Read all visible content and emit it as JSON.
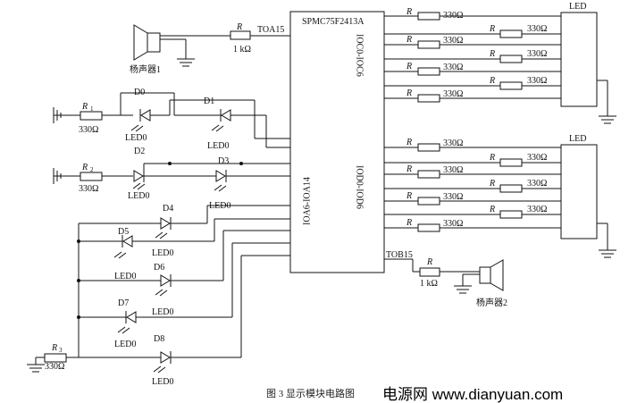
{
  "mcu": {
    "name": "SPMC75F2413A",
    "port_ioc": "IOC0-IOC6",
    "port_iod": "IOD0-IOD6",
    "port_ioa": "IOA6-IOA14",
    "pin_toa": "TOA15",
    "pin_tob": "TOB15"
  },
  "speaker1": {
    "label": "杨声器1",
    "r_symbol": "R",
    "r_value": "1 kΩ"
  },
  "speaker2": {
    "label": "杨声器2",
    "r_symbol": "R",
    "r_value": "1 kΩ"
  },
  "led_display_top": {
    "label": "LED",
    "res_symbol": "R",
    "res_value": "330Ω"
  },
  "led_display_bottom": {
    "label": "LED",
    "res_symbol": "R",
    "res_value": "330Ω"
  },
  "left_group": {
    "r1": {
      "symbol": "R",
      "sub": "1",
      "value": "330Ω"
    },
    "r2": {
      "symbol": "R",
      "sub": "2",
      "value": "330Ω"
    },
    "r3": {
      "symbol": "R",
      "sub": "3",
      "value": "330Ω"
    }
  },
  "leds": {
    "d0": {
      "name": "D0",
      "type": "LED0"
    },
    "d1": {
      "name": "D1",
      "type": "LED0"
    },
    "d2": {
      "name": "D2",
      "type": "LED0"
    },
    "d3": {
      "name": "D3",
      "type": "LED0"
    },
    "d4": {
      "name": "D4",
      "type": "LED0"
    },
    "d5": {
      "name": "D5",
      "type": "LED0"
    },
    "d6": {
      "name": "D6",
      "type": "LED0"
    },
    "d7": {
      "name": "D7",
      "type": "LED0"
    },
    "d8": {
      "name": "D8",
      "type": "LED0"
    }
  },
  "caption": "图 3 显示模块电路图",
  "watermark": "电源网 www.dianyuan.com"
}
